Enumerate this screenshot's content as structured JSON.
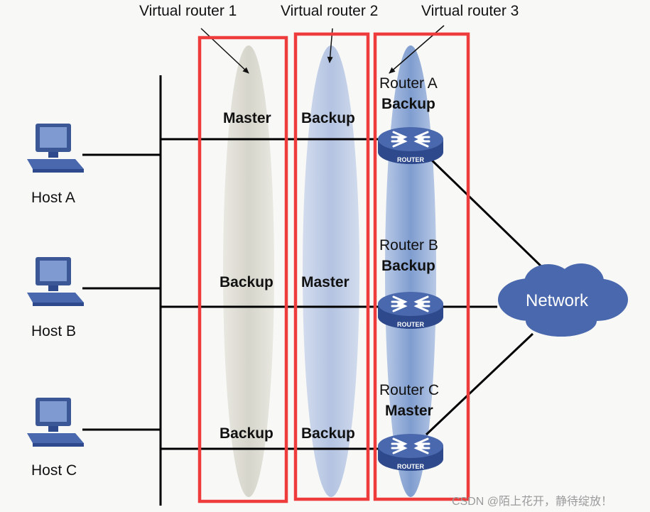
{
  "virtual_routers": [
    {
      "title": "Virtual router 1",
      "router_a_role": "Master",
      "router_b_role": "Backup",
      "router_c_role": "Backup"
    },
    {
      "title": "Virtual router 2",
      "router_a_role": "Backup",
      "router_b_role": "Master",
      "router_c_role": "Backup"
    },
    {
      "title": "Virtual router 3"
    }
  ],
  "routers": [
    {
      "name": "Router A",
      "role": "Backup",
      "icon_text": "ROUTER"
    },
    {
      "name": "Router B",
      "role": "Backup",
      "icon_text": "ROUTER"
    },
    {
      "name": "Router C",
      "role": "Master",
      "icon_text": "ROUTER"
    }
  ],
  "hosts": [
    {
      "name": "Host A"
    },
    {
      "name": "Host B"
    },
    {
      "name": "Host C"
    }
  ],
  "network": {
    "label": "Network"
  },
  "watermark": "CSDN @陌上花开，静待绽放！",
  "colors": {
    "highlight_box": "#ee3b3b",
    "vr1_ellipse": "#d9d8cf",
    "vr2_ellipse": "#b7c6e2",
    "vr3_ellipse": "#8ba6d3",
    "device_blue": "#3c5796",
    "line": "#000000"
  }
}
